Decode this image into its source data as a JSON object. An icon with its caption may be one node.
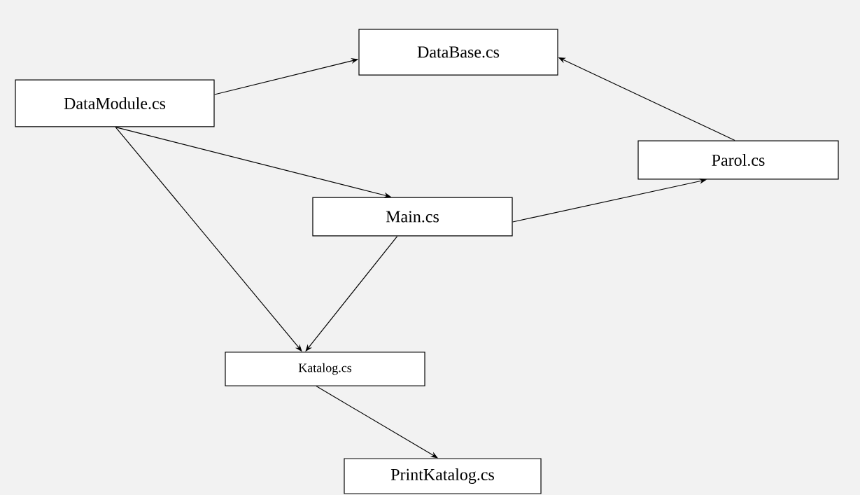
{
  "diagram": {
    "nodes": [
      {
        "text": [
          "DataModule.cs"
        ]
      },
      {
        "text": [
          "DataBase.cs"
        ]
      },
      {
        "text": [
          "Parol.cs"
        ]
      },
      {
        "text": [
          "Main.cs"
        ]
      },
      {
        "text": [
          "Katalog.cs"
        ]
      },
      {
        "text": [
          "PrintKatalog.cs"
        ]
      }
    ],
    "edges": [
      {
        "from": 0,
        "to": 1,
        "arrow": "to"
      },
      {
        "from": 2,
        "to": 1,
        "arrow": "to"
      },
      {
        "from": 0,
        "to": 3,
        "arrow": "to"
      },
      {
        "from": 0,
        "to": 4,
        "arrow": "to"
      },
      {
        "from": 3,
        "to": 2,
        "arrow": "to"
      },
      {
        "from": 3,
        "to": 4,
        "arrow": "to"
      },
      {
        "from": 4,
        "to": 5,
        "arrow": "to"
      }
    ]
  }
}
